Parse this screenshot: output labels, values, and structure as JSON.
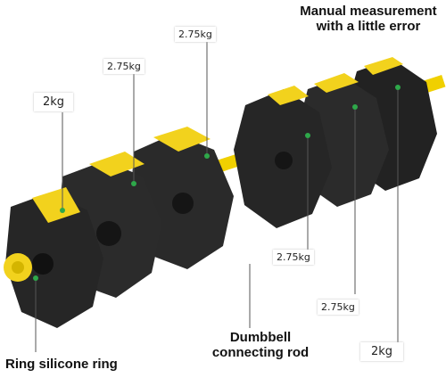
{
  "image": {
    "subject": "adjustable-dumbbell-icon",
    "colors": {
      "plate": "#2b2b2b",
      "plate_dark": "#1a1a1a",
      "accent": "#f2d21d",
      "rod": "#f0d000"
    }
  },
  "labels": {
    "weight_2kg_top": "2kg",
    "weight_275_a": "2.75kg",
    "weight_275_b": "2.75kg",
    "weight_275_c": "2.75kg",
    "weight_275_d": "2.75kg",
    "weight_2kg_bottom": "2kg"
  },
  "captions": {
    "measurement_line1": "Manual measurement",
    "measurement_line2": "with a little error",
    "rod_line1": "Dumbbell",
    "rod_line2": "connecting rod",
    "ring": "Ring silicone ring"
  }
}
